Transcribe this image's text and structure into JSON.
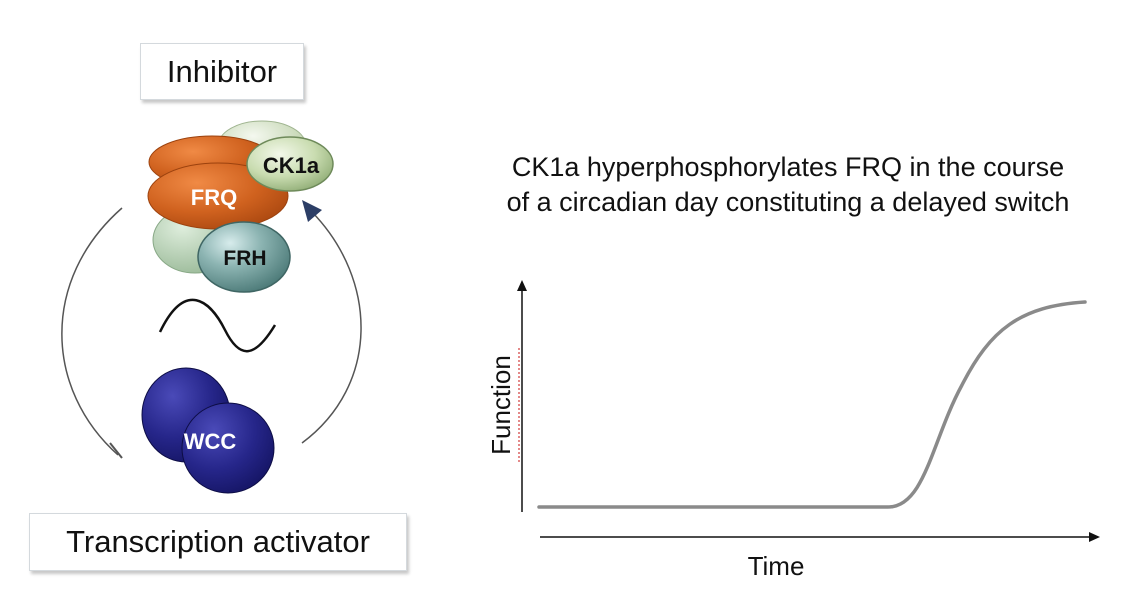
{
  "diagram": {
    "inhibitor_label": "Inhibitor",
    "activator_label": "Transcription activator",
    "proteins": {
      "ck1a": "CK1a",
      "frq": "FRQ",
      "frh": "FRH",
      "wcc": "WCC"
    },
    "caption_line1": "CK1a hyperphosphorylates FRQ in the course",
    "caption_line2": "of a circadian day constituting a delayed switch"
  },
  "plot": {
    "ylabel": "Function",
    "xlabel": "Time",
    "curve_color": "#8a8a8a",
    "shape": "delayed sigmoid switch"
  },
  "colors": {
    "frq": "#c75a1f",
    "ck1a": "#a8c48c",
    "frh": "#5f8f8c",
    "wcc": "#1f1f7a",
    "arrow": "#2c3e66"
  }
}
